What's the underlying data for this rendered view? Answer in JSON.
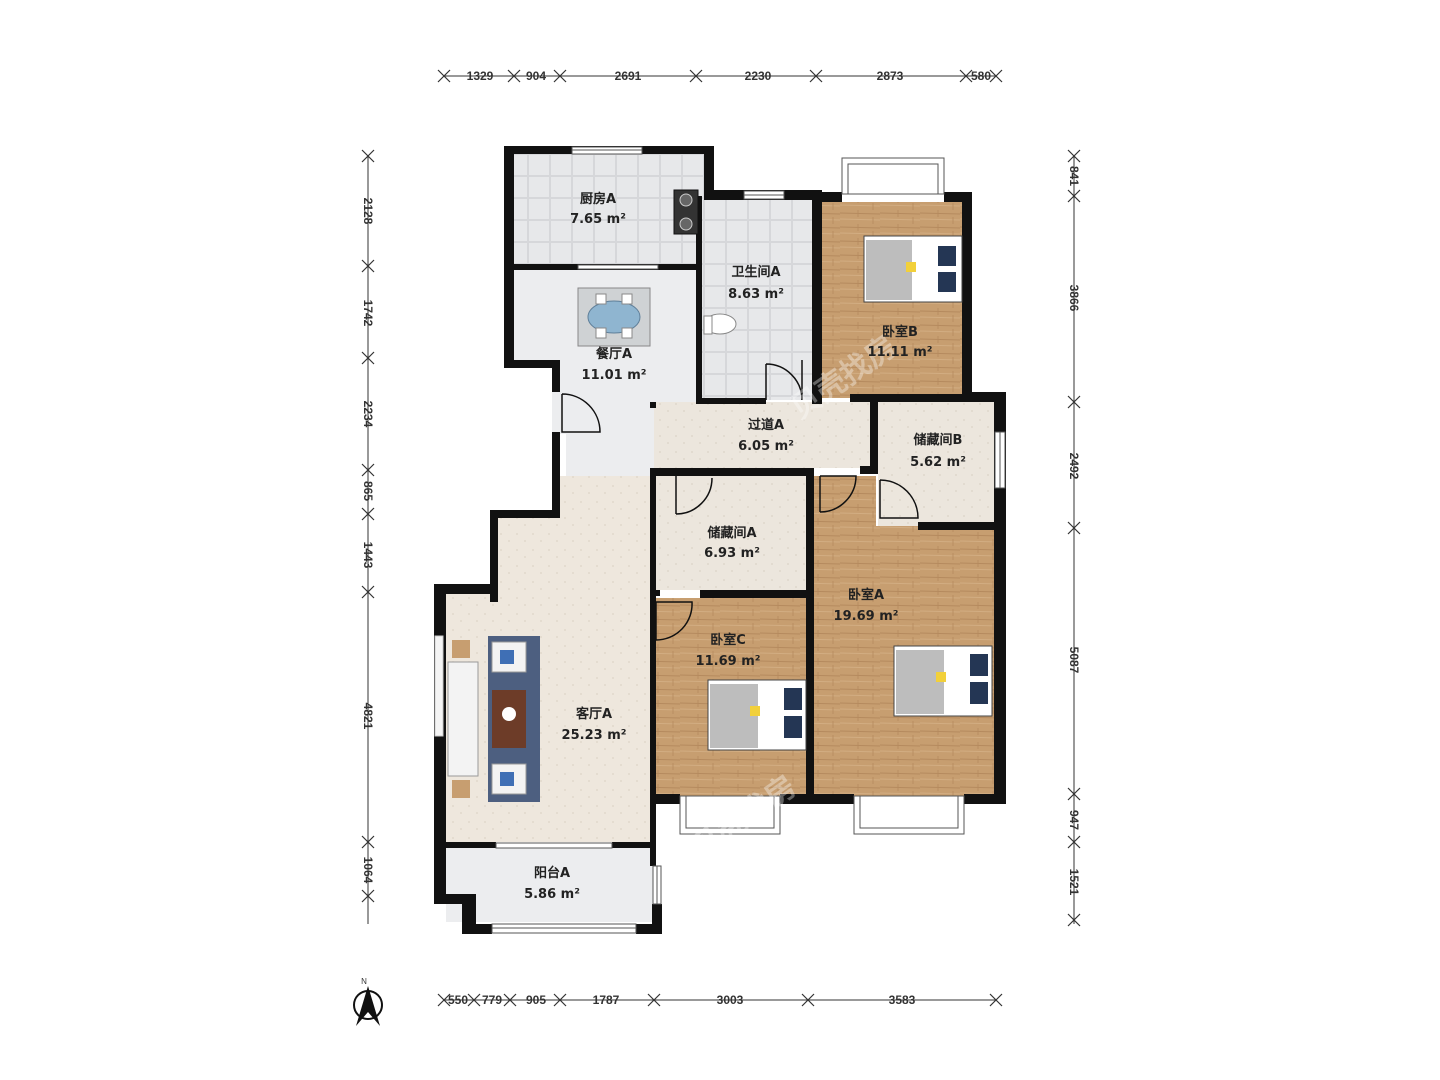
{
  "rooms": {
    "kitchen": {
      "name": "厨房A",
      "area": "7.65 m²"
    },
    "bathroom": {
      "name": "卫生间A",
      "area": "8.63 m²"
    },
    "bedroom_b": {
      "name": "卧室B",
      "area": "11.11 m²"
    },
    "dining": {
      "name": "餐厅A",
      "area": "11.01 m²"
    },
    "hallway": {
      "name": "过道A",
      "area": "6.05 m²"
    },
    "storage_b": {
      "name": "储藏间B",
      "area": "5.62 m²"
    },
    "storage_a": {
      "name": "储藏间A",
      "area": "6.93 m²"
    },
    "bedroom_a": {
      "name": "卧室A",
      "area": "19.69 m²"
    },
    "bedroom_c": {
      "name": "卧室C",
      "area": "11.69 m²"
    },
    "living": {
      "name": "客厅A",
      "area": "25.23 m²"
    },
    "balcony": {
      "name": "阳台A",
      "area": "5.86 m²"
    }
  },
  "dimensions": {
    "top": [
      "1329",
      "904",
      "2691",
      "2230",
      "2873",
      "580"
    ],
    "bottom": [
      "550",
      "779",
      "905",
      "1787",
      "3003",
      "3583"
    ],
    "left": [
      "2128",
      "1742",
      "2234",
      "865",
      "1443",
      "4821",
      "1064"
    ],
    "right": [
      "841",
      "3866",
      "2492",
      "5087",
      "947",
      "1521"
    ]
  },
  "compass": {
    "label": "N"
  },
  "watermark": {
    "text": "贝壳找房"
  },
  "colors": {
    "wall": "#111111",
    "wood": "#c59b6d",
    "tile": "#e9eaec",
    "floor": "#efe7dc"
  }
}
